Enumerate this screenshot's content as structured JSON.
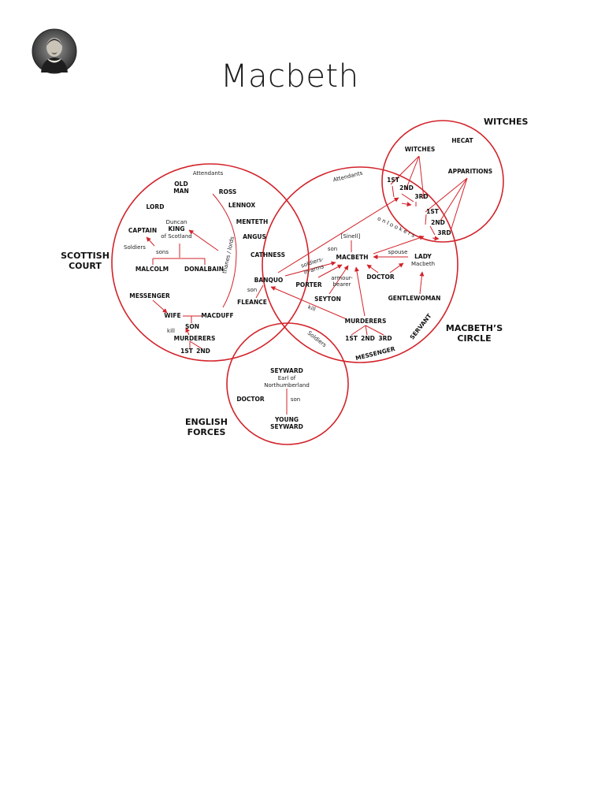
{
  "title": "Macbeth",
  "portrait_icon": "shakespeare-portrait-icon",
  "colors": {
    "circle": "#d2232a",
    "text": "#111111"
  },
  "groups": {
    "witches": "WITCHES",
    "scottish_court_1": "SCOTTISH",
    "scottish_court_2": "COURT",
    "macbeths_circle_1": "MACBETH’S",
    "macbeths_circle_2": "CIRCLE",
    "english_forces_1": "ENGLISH",
    "english_forces_2": "FORCES"
  },
  "witches": {
    "witches": "WITCHES",
    "hecat": "HECAT",
    "apparitions": "APPARITIONS",
    "w1": "1ST",
    "w2": "2ND",
    "w3": "3RD",
    "a1": "1ST",
    "a2": "2ND",
    "a3": "3RD"
  },
  "court": {
    "attendants": "Attendants",
    "old_man_1": "OLD",
    "old_man_2": "MAN",
    "ross": "ROSS",
    "lennox": "LENNOX",
    "lord": "LORD",
    "menteth": "MENTETH",
    "duncan": "Duncan",
    "king": "KING",
    "of_scotland": "of Scotland",
    "captain": "CAPTAIN",
    "angus": "ANGUS",
    "soldiers": "Soldiers",
    "sons": "sons",
    "cathness": "CATHNESS",
    "malcolm": "MALCOLM",
    "donalbain": "DONALBAIN",
    "thanes": "thanes / lords",
    "messenger": "MESSENGER",
    "wife": "WIFE",
    "macduff": "MACDUFF",
    "son": "SON",
    "kill": "kill",
    "murderers": "MURDERERS",
    "m1": "1ST",
    "m2": "2ND"
  },
  "shared": {
    "banquo": "BANQUO",
    "fleance": "FLEANCE",
    "son": "son"
  },
  "circle": {
    "attendants": "Attendants",
    "onlookers": "o n l o o k e r s",
    "sinell": "[Sinell]",
    "son": "son",
    "macbeth": "MACBETH",
    "spouse": "spouse",
    "lady": "LADY",
    "lady_macbeth": "Macbeth",
    "soldiers": "soldiers-",
    "in_arms": "in-arms",
    "porter": "PORTER",
    "armour": "armour-",
    "bearer": "bearer",
    "doctor": "DOCTOR",
    "seyton": "SEYTON",
    "gentlewoman": "GENTLEWOMAN",
    "kill": "kill",
    "murderers": "MURDERERS",
    "m1": "1ST",
    "m2": "2ND",
    "m3": "3RD",
    "servant": "SERVANT",
    "messenger": "MESSENGER"
  },
  "english": {
    "soldiers": "Soldiers",
    "seyward": "SEYWARD",
    "earl_of": "Earl of",
    "northumberland": "Northumberland",
    "doctor": "DOCTOR",
    "son": "son",
    "young": "YOUNG",
    "young_seyward": "SEYWARD"
  }
}
